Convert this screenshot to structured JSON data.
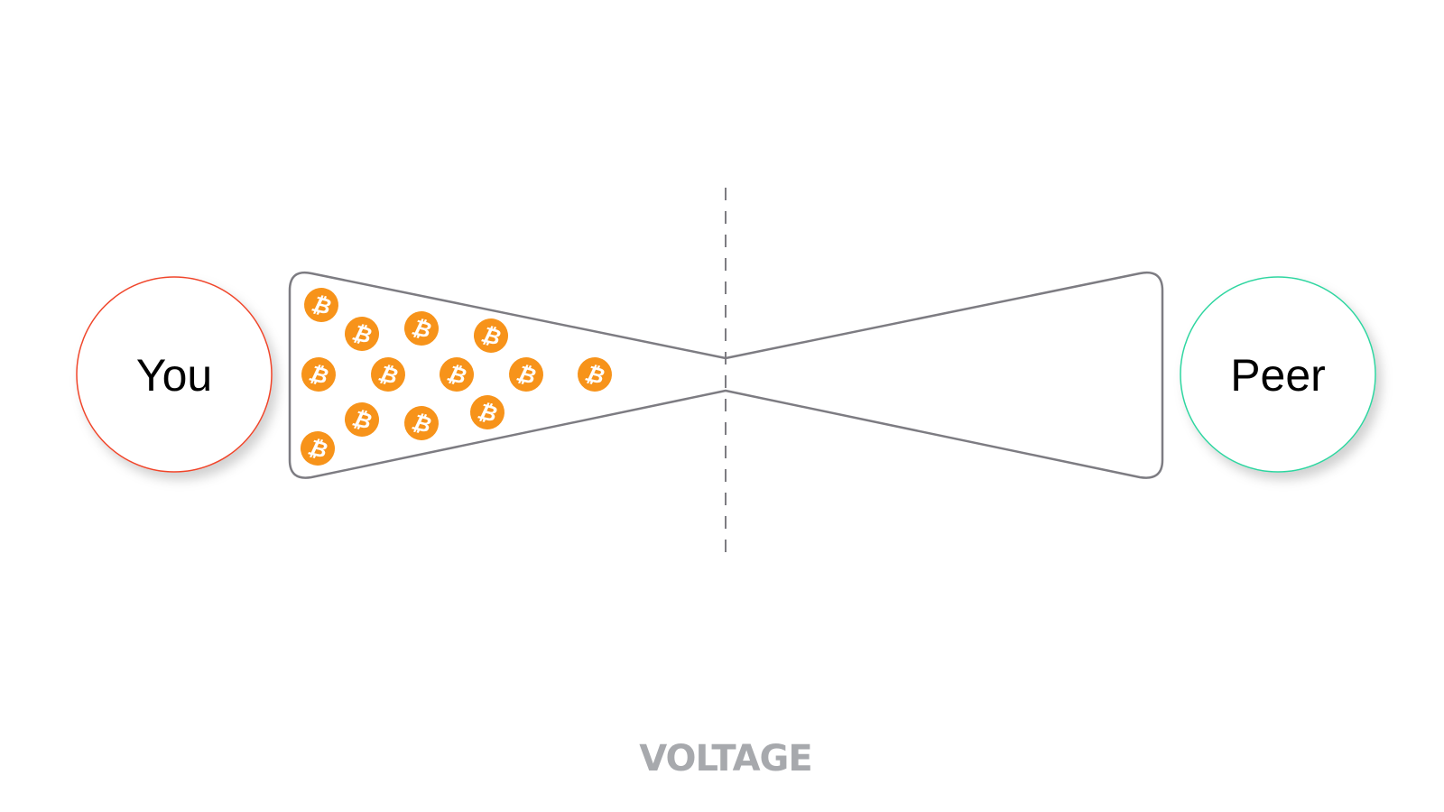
{
  "nodes": {
    "left": {
      "label": "You",
      "stroke": "#f0452a"
    },
    "right": {
      "label": "Peer",
      "stroke": "#2ed6a0"
    }
  },
  "channel": {
    "coin_count": 13,
    "coin_color": "#f7931a",
    "coin_symbol": "₿",
    "outline_color": "#7d7c82"
  },
  "logo": {
    "text": "VOLTAGE",
    "color": "#a7a9ad"
  }
}
